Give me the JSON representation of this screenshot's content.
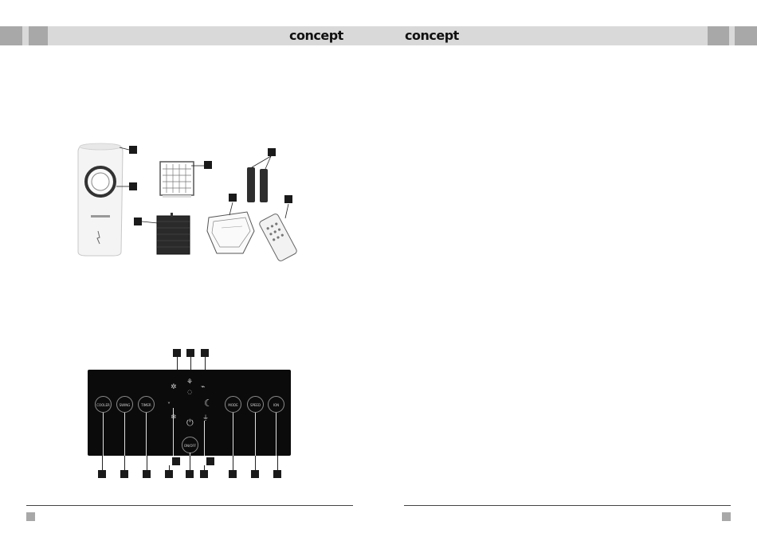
{
  "header": {
    "brand_left": "concept",
    "brand_right": "concept"
  },
  "panel": {
    "buttons": [
      "COOLER",
      "SWING",
      "TIMER",
      "MODE",
      "SPEED",
      "ION",
      "ON/OFF"
    ],
    "icons": [
      "fan-icon",
      "natural-wind-icon",
      "sleep-wind-icon",
      "cooling-icon",
      "moon-icon",
      "power-icon",
      "plug-icon"
    ]
  }
}
